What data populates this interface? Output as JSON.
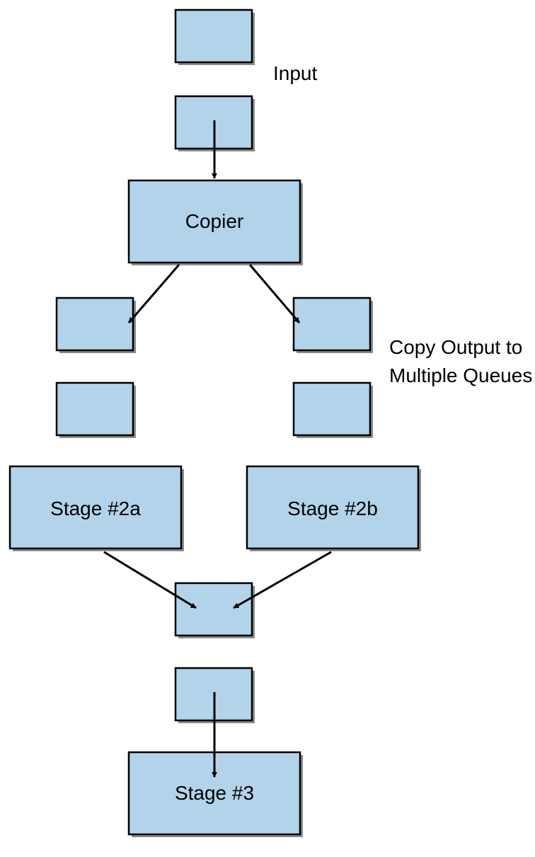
{
  "diagram": {
    "labels": {
      "input": "Input",
      "copy_output_line1": "Copy Output to",
      "copy_output_line2": "Multiple Queues"
    },
    "nodes": {
      "copier": "Copier",
      "stage_2a": "Stage #2a",
      "stage_2b": "Stage #2b",
      "stage_3": "Stage #3"
    },
    "colors": {
      "box_fill": "#b3d3ea",
      "box_stroke": "#000000",
      "shadow": "#8c8c8c"
    }
  }
}
